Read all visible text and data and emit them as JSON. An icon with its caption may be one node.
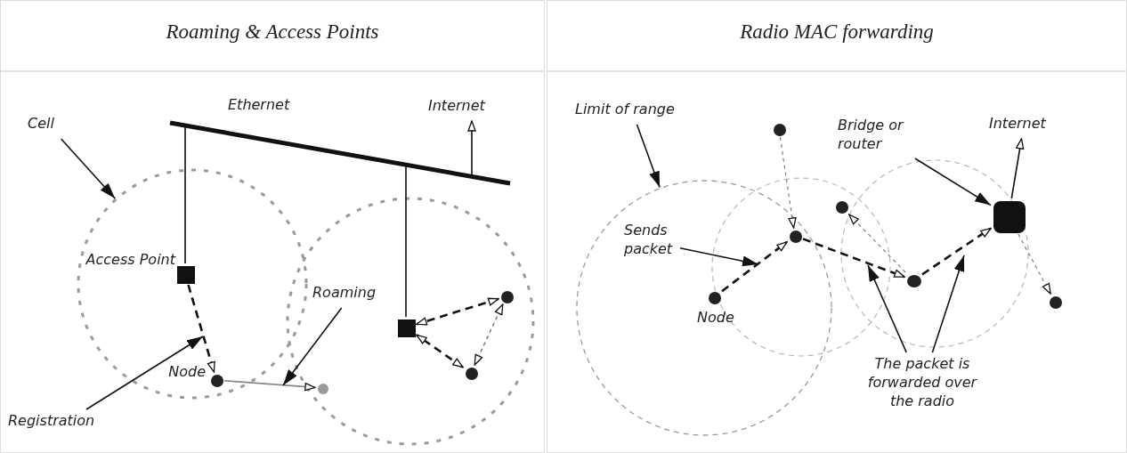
{
  "diagram": {
    "nodes": [
      {
        "text": [
          "Roaming & Access Points"
        ]
      },
      {
        "text": [
          "Radio MAC forwarding"
        ]
      },
      {
        "text": [
          "Cell"
        ],
        "in": 0
      },
      {
        "text": [],
        "shape": "circle",
        "in": 0
      },
      {
        "text": [],
        "shape": "bar",
        "in": 0,
        "beside": [
          "Ethernet"
        ]
      },
      {
        "text": [],
        "shape": "box",
        "in": 3,
        "beside": [
          "Access Point"
        ]
      },
      {
        "text": [
          "Registration"
        ],
        "in": 0
      },
      {
        "text": [],
        "shape": "circle",
        "in": 3,
        "beside": [
          "Node"
        ]
      },
      {
        "text": [],
        "shape": "circle",
        "in": 10
      },
      {
        "text": [
          "Roaming"
        ],
        "in": 10
      },
      {
        "text": [],
        "shape": "circle",
        "in": 0
      },
      {
        "text": [],
        "shape": "box",
        "in": 10
      },
      {
        "text": [
          "Internet"
        ],
        "in": 0
      },
      {
        "text": [],
        "shape": "circle",
        "in": 10
      },
      {
        "text": [],
        "shape": "circle",
        "in": 10
      },
      {
        "text": [
          "Limit of range"
        ],
        "in": 1
      },
      {
        "text": [],
        "shape": "circle",
        "in": 1
      },
      {
        "text": [
          "Sends packet"
        ],
        "in": 16
      },
      {
        "text": [],
        "shape": "circle",
        "in": 16,
        "beside": [
          "Node"
        ]
      },
      {
        "text": [],
        "shape": "circle",
        "in": 16
      },
      {
        "text": [],
        "shape": "circle",
        "in": 1
      },
      {
        "text": [],
        "shape": "circle",
        "in": 1
      },
      {
        "text": [],
        "shape": "circle",
        "in": 1
      },
      {
        "text": [],
        "shape": "box",
        "in": 1
      },
      {
        "text": [
          "Bridge or router"
        ],
        "in": 1
      },
      {
        "text": [
          "Internet"
        ],
        "in": 1
      },
      {
        "text": [],
        "shape": "circle",
        "in": 1
      },
      {
        "text": [
          "The packet is forwarded over the radio"
        ],
        "in": 1
      }
    ],
    "edges": [
      {
        "from": 2,
        "to": 3,
        "arrow": "to"
      },
      {
        "from": 5,
        "to": 4,
        "arrow": "none"
      },
      {
        "from": 11,
        "to": 4,
        "arrow": "none"
      },
      {
        "from": 4,
        "to": 12,
        "arrow": "to"
      },
      {
        "from": 5,
        "to": 7,
        "arrow": "to",
        "style": "dashed"
      },
      {
        "from": 6,
        "to": null,
        "arrow": "to"
      },
      {
        "from": 7,
        "to": 8,
        "arrow": "to",
        "color": "#888888"
      },
      {
        "from": 9,
        "to": null,
        "arrow": "to"
      },
      {
        "from": 13,
        "to": 11,
        "arrow": "both",
        "style": "dashed"
      },
      {
        "from": 14,
        "to": 11,
        "arrow": "both",
        "style": "dashed"
      },
      {
        "from": 14,
        "to": 13,
        "arrow": "both",
        "style": "dashed",
        "color": "#666666"
      },
      {
        "from": 15,
        "to": 16,
        "arrow": "to"
      },
      {
        "from": 17,
        "to": null,
        "arrow": "to"
      },
      {
        "from": 18,
        "to": 19,
        "arrow": "to",
        "style": "dashed"
      },
      {
        "from": 19,
        "to": 22,
        "arrow": "to",
        "style": "dashed"
      },
      {
        "from": 22,
        "to": 23,
        "arrow": "to",
        "style": "dashed"
      },
      {
        "from": 20,
        "to": 19,
        "arrow": "to",
        "style": "dashed",
        "color": "#888888"
      },
      {
        "from": 22,
        "to": 21,
        "arrow": "to",
        "style": "dashed",
        "color": "#888888"
      },
      {
        "from": 23,
        "to": 26,
        "arrow": "to",
        "style": "dashed",
        "color": "#888888"
      },
      {
        "from": 23,
        "to": 25,
        "arrow": "to"
      },
      {
        "from": 24,
        "to": 23,
        "arrow": "to"
      },
      {
        "from": 27,
        "to": null,
        "arrow": "to"
      },
      {
        "from": 27,
        "to": null,
        "arrow": "to"
      }
    ]
  }
}
